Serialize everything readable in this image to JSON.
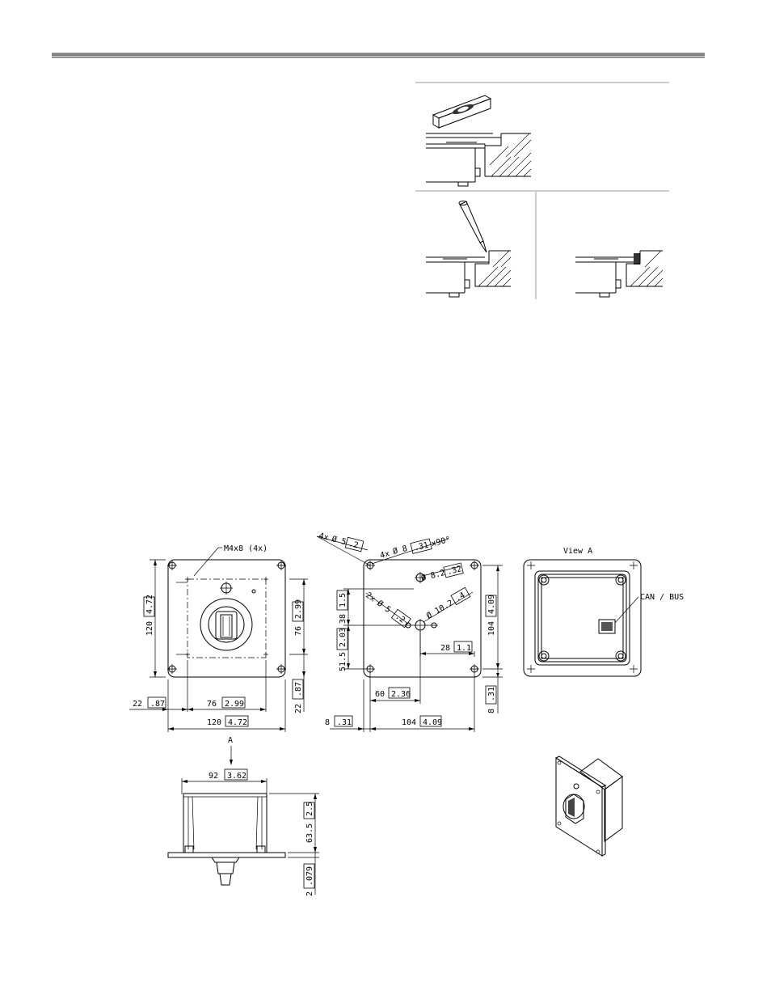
{
  "fig_top": {},
  "dims": {
    "front_view": {
      "thread_callout": "M4x8 (4x)",
      "height_total": "120",
      "height_total_in": "4.72",
      "height_inner": "76",
      "height_inner_in": "2.99",
      "bottom_offset": "22",
      "bottom_offset_in": ".87",
      "left_offset": "22",
      "left_offset_in": ".87",
      "width_inner": "76",
      "width_inner_in": "2.99",
      "width_total": "120",
      "width_total_in": "4.72"
    },
    "cutout_view": {
      "hole4_count": "4x",
      "hole4_dia": "Ø 5",
      "hole4_dia_in": ".2",
      "csk_count": "4x",
      "csk_dia": "Ø 8",
      "csk_dia_in": ".31",
      "csk_angle": "x90°",
      "hole82_dia": "Ø 8.2",
      "hole82_dia_in": ".32",
      "hole2_count": "2x",
      "hole2_dia": "Ø 5",
      "hole2_dia_in": ".2",
      "hole102_dia": "Ø 10.2",
      "hole102_dia_in": ".4",
      "v38": "38",
      "v38_in": "1.5",
      "v515": "51.5",
      "v515_in": "2.03",
      "h28": "28",
      "h28_in": "1.1",
      "h60": "60",
      "h60_in": "2.36",
      "v104": "104",
      "v104_in": "4.09",
      "h8": "8",
      "h8_in": ".31",
      "h104": "104",
      "h104_in": "4.09",
      "v8": "8",
      "v8_in": ".31"
    },
    "view_a": {
      "title": "View A",
      "connector": "CAN / BUS"
    },
    "side_view": {
      "arrow": "A",
      "width": "92",
      "width_in": "3.62",
      "height": "63.5",
      "height_in": "2.5",
      "thickness": "2",
      "thickness_in": ".079"
    }
  }
}
